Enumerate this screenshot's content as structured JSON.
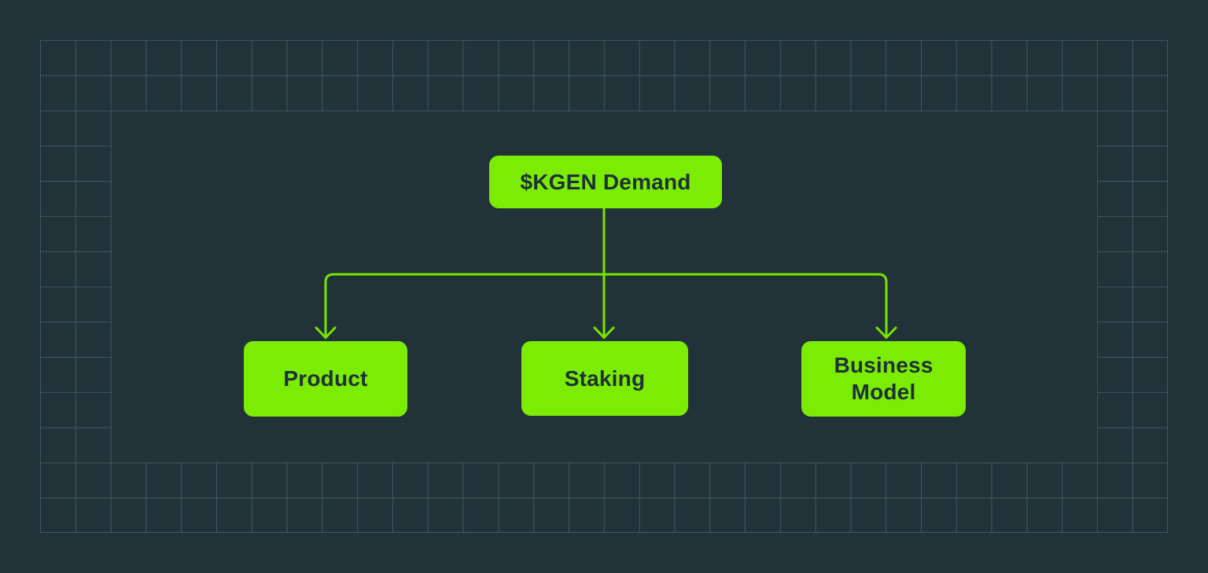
{
  "colors": {
    "background": "#213239",
    "grid_line": "#3E5A5E",
    "node_fill": "#7CEC05",
    "node_text": "#1E3038",
    "connector": "#76E502"
  },
  "diagram": {
    "root": {
      "label": "$KGEN Demand"
    },
    "children": [
      {
        "label": "Product"
      },
      {
        "label": "Staking"
      },
      {
        "label": "Business\nModel"
      }
    ]
  }
}
